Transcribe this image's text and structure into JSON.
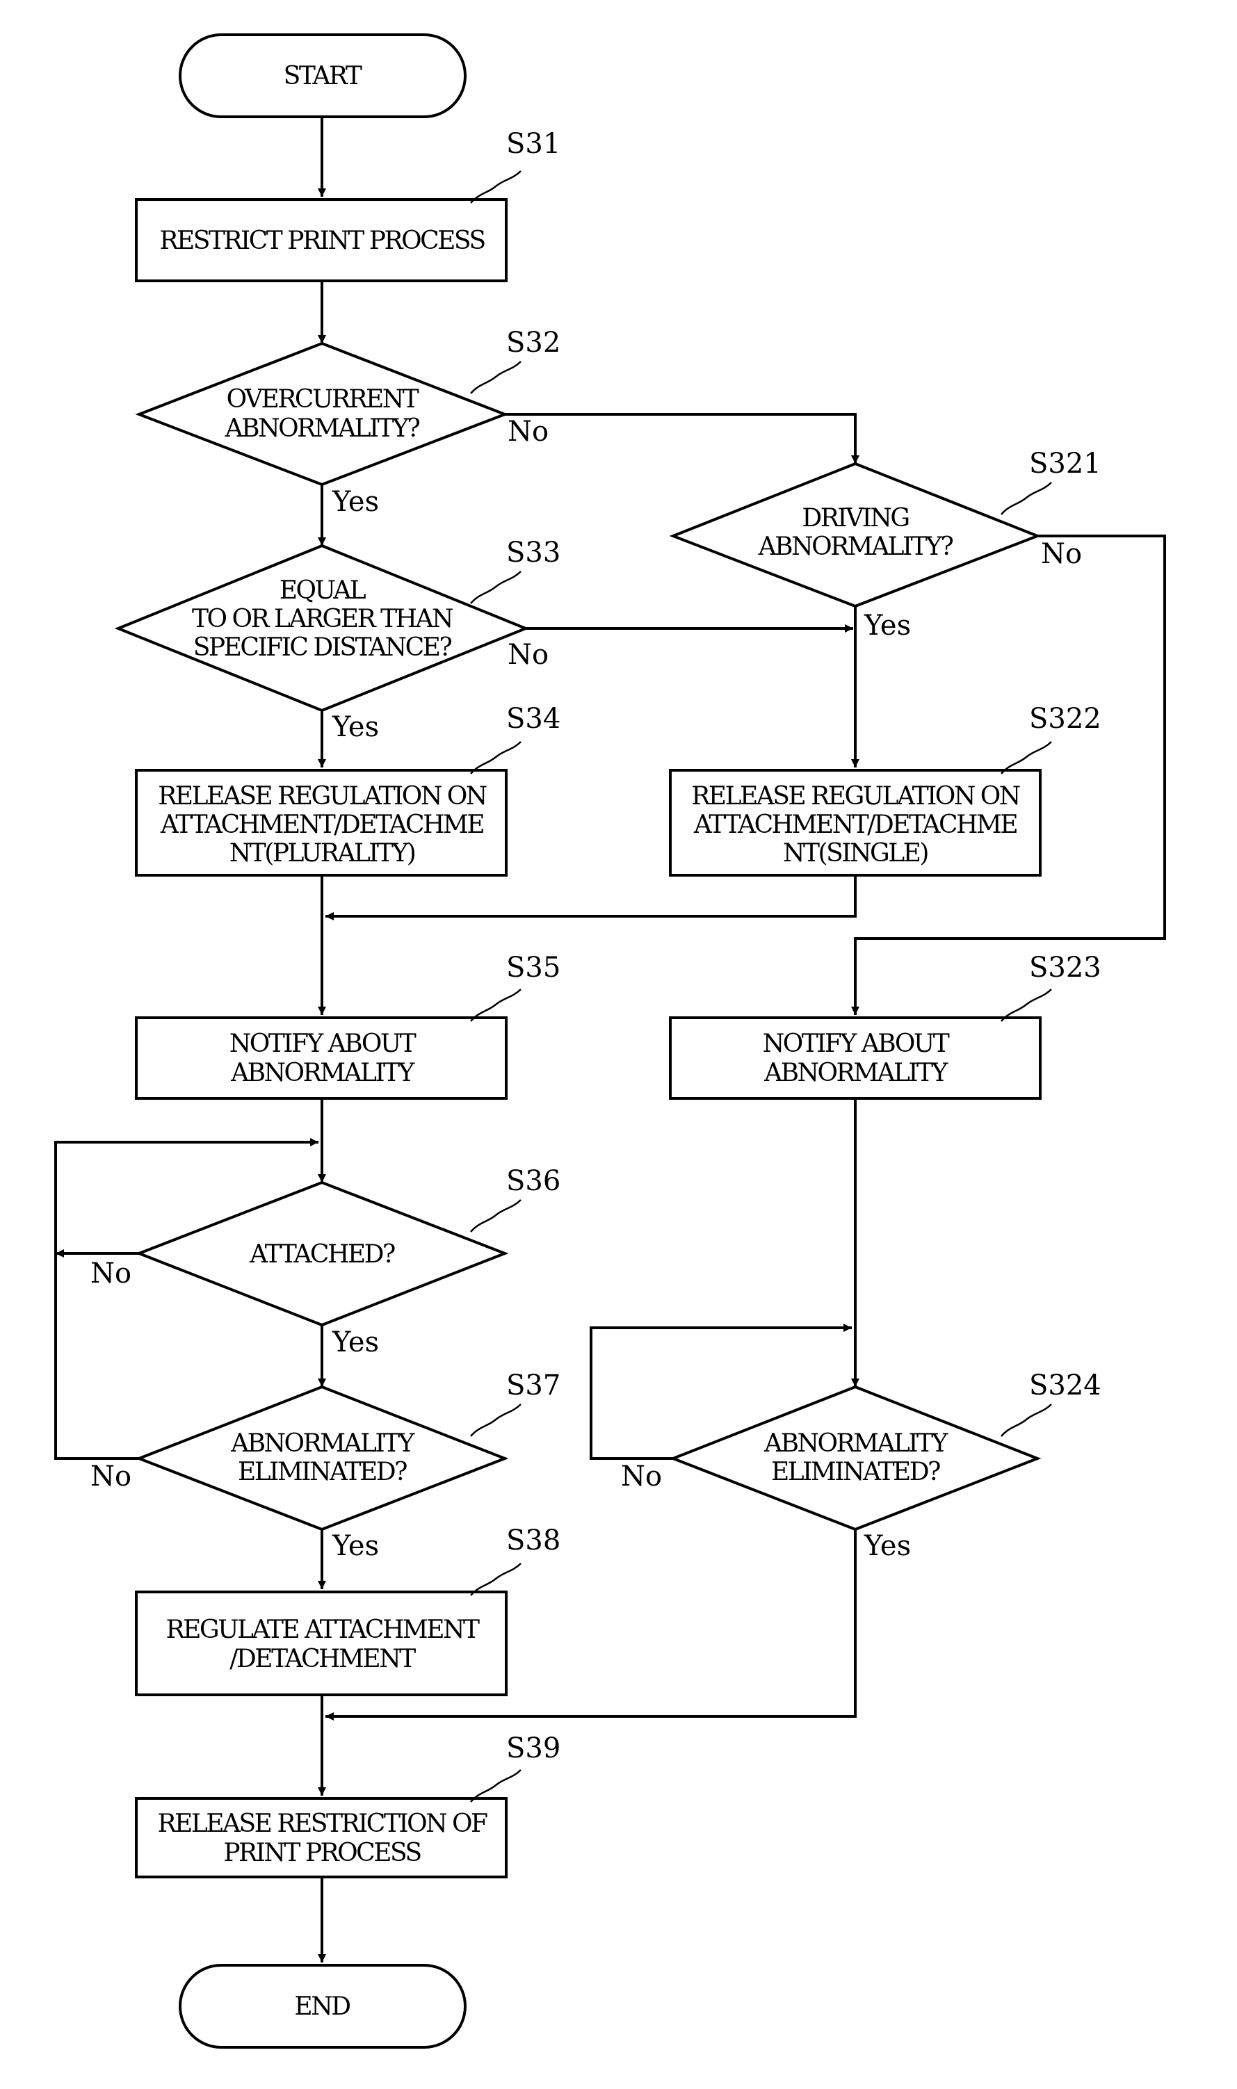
{
  "nodes": {
    "start": {
      "text": [
        "START"
      ]
    },
    "s31": {
      "step": "S31",
      "text": [
        "RESTRICT PRINT PROCESS"
      ]
    },
    "s32": {
      "step": "S32",
      "text": [
        "OVERCURRENT",
        "ABNORMALITY?"
      ]
    },
    "s33": {
      "step": "S33",
      "text": [
        "EQUAL",
        "TO OR LARGER THAN",
        "SPECIFIC DISTANCE?"
      ]
    },
    "s34": {
      "step": "S34",
      "text": [
        "RELEASE REGULATION ON",
        "ATTACHMENT/DETACHME",
        "NT(PLURALITY)"
      ]
    },
    "s35": {
      "step": "S35",
      "text": [
        "NOTIFY ABOUT",
        "ABNORMALITY"
      ]
    },
    "s36": {
      "step": "S36",
      "text": [
        "ATTACHED?"
      ]
    },
    "s37": {
      "step": "S37",
      "text": [
        "ABNORMALITY",
        "ELIMINATED?"
      ]
    },
    "s38": {
      "step": "S38",
      "text": [
        "REGULATE ATTACHMENT",
        "/DETACHMENT"
      ]
    },
    "s39": {
      "step": "S39",
      "text": [
        "RELEASE RESTRICTION OF",
        "PRINT PROCESS"
      ]
    },
    "end": {
      "text": [
        "END"
      ]
    },
    "s321": {
      "step": "S321",
      "text": [
        "DRIVING",
        "ABNORMALITY?"
      ]
    },
    "s322": {
      "step": "S322",
      "text": [
        "RELEASE REGULATION ON",
        "ATTACHMENT/DETACHME",
        "NT(SINGLE)"
      ]
    },
    "s323": {
      "step": "S323",
      "text": [
        "NOTIFY ABOUT",
        "ABNORMALITY"
      ]
    },
    "s324": {
      "step": "S324",
      "text": [
        "ABNORMALITY",
        "ELIMINATED?"
      ]
    }
  },
  "branch_labels": {
    "s32_no": "No",
    "s32_yes": "Yes",
    "s33_no": "No",
    "s33_yes": "Yes",
    "s321_no": "No",
    "s321_yes": "Yes",
    "s36_no": "No",
    "s36_yes": "Yes",
    "s37_no": "No",
    "s37_yes": "Yes",
    "s324_no": "No",
    "s324_yes": "Yes"
  }
}
